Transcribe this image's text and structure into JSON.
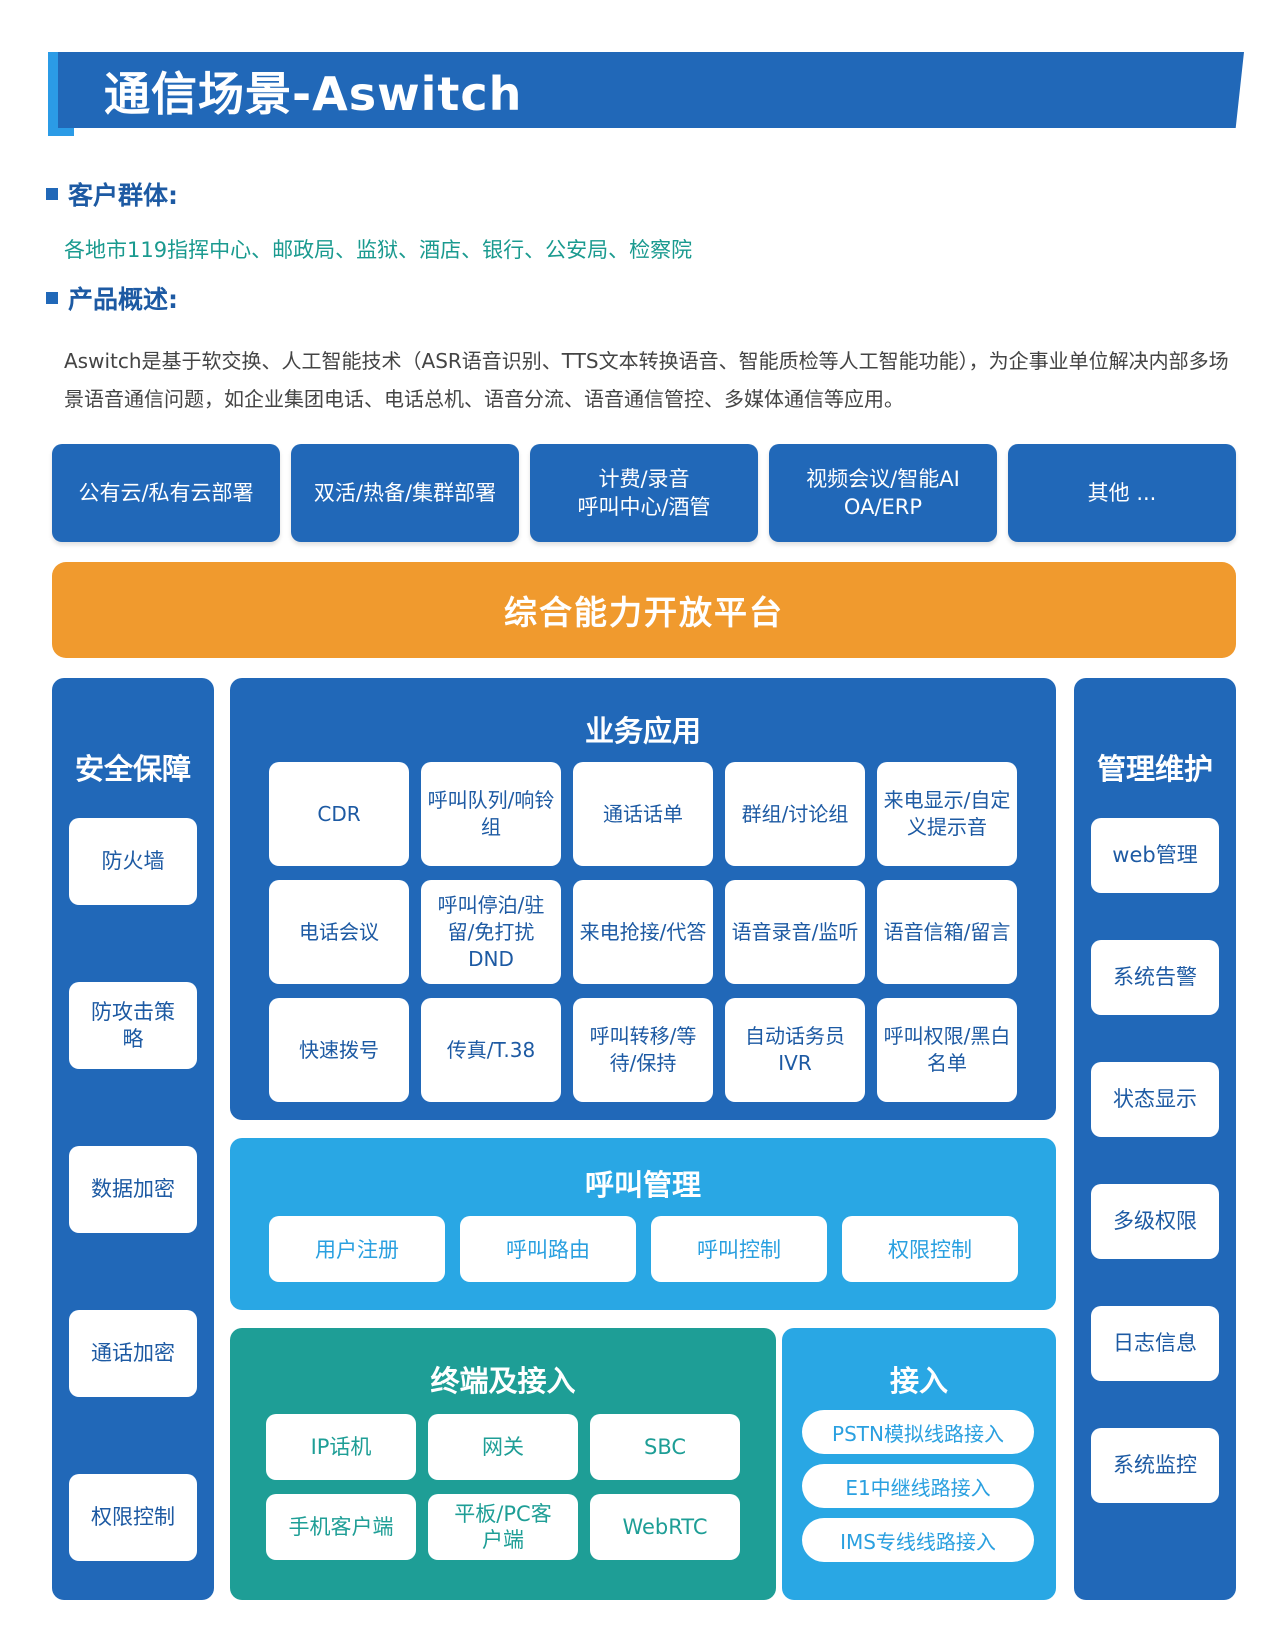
{
  "header": {
    "title": "通信场景-Aswitch"
  },
  "customers": {
    "heading": "客户群体:",
    "text": "各地市119指挥中心、邮政局、监狱、酒店、银行、公安局、检察院"
  },
  "overview": {
    "heading": "产品概述:",
    "text": "Aswitch是基于软交换、人工智能技术（ASR语音识别、TTS文本转换语音、智能质检等人工智能功能），为企事业单位解决内部多场景语音通信问题，如企业集团电话、电话总机、语音分流、语音通信管控、多媒体通信等应用。"
  },
  "deployment": [
    {
      "line1": "公有云/私有云部署",
      "line2": ""
    },
    {
      "line1": "双活/热备/集群部署",
      "line2": ""
    },
    {
      "line1": "计费/录音",
      "line2": "呼叫中心/酒管"
    },
    {
      "line1": "视频会议/智能AI",
      "line2": "OA/ERP"
    },
    {
      "line1": "其他 ...",
      "line2": ""
    }
  ],
  "platform": {
    "label": "综合能力开放平台"
  },
  "security": {
    "title": "安全保障",
    "items": [
      "防火墙",
      "防攻击策略",
      "数据加密",
      "通话加密",
      "权限控制"
    ]
  },
  "maintenance": {
    "title": "管理维护",
    "items": [
      "web管理",
      "系统告警",
      "状态显示",
      "多级权限",
      "日志信息",
      "系统监控"
    ]
  },
  "business": {
    "title": "业务应用",
    "cells": [
      "CDR",
      "呼叫队列/响铃组",
      "通话话单",
      "群组/讨论组",
      "来电显示/自定义提示音",
      "电话会议",
      "呼叫停泊/驻留/免打扰DND",
      "来电抢接/代答",
      "语音录音/监听",
      "语音信箱/留言",
      "快速拨号",
      "传真/T.38",
      "呼叫转移/等待/保持",
      "自动话务员IVR",
      "呼叫权限/黑白名单"
    ]
  },
  "call_management": {
    "title": "呼叫管理",
    "items": [
      "用户注册",
      "呼叫路由",
      "呼叫控制",
      "权限控制"
    ]
  },
  "terminals": {
    "title": "终端及接入",
    "items": [
      "IP话机",
      "网关",
      "SBC",
      "手机客户端",
      "平板/PC客户端",
      "WebRTC"
    ]
  },
  "access": {
    "title": "接入",
    "items": [
      "PSTN模拟线路接入",
      "E1中继线路接入",
      "IMS专线线路接入"
    ]
  }
}
